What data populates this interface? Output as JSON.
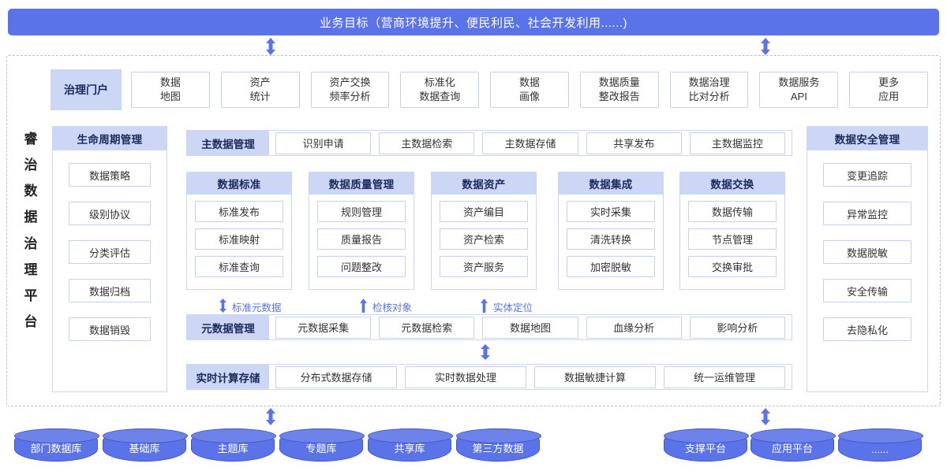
{
  "banner": {
    "text": "业务目标（营商环境提升、便民利民、社会开发利用......)"
  },
  "platform": {
    "vertical_title": [
      "睿",
      "治",
      "数",
      "据",
      "治",
      "理",
      "平",
      "台"
    ]
  },
  "portal": {
    "label": "治理门户",
    "apps": [
      {
        "line1": "数据",
        "line2": "地图"
      },
      {
        "line1": "资产",
        "line2": "统计"
      },
      {
        "line1": "资产交换",
        "line2": "频率分析"
      },
      {
        "line1": "标准化",
        "line2": "数据查询"
      },
      {
        "line1": "数据",
        "line2": "画像"
      },
      {
        "line1": "数据质量",
        "line2": "整改报告"
      },
      {
        "line1": "数据治理",
        "line2": "比对分析"
      },
      {
        "line1": "数据服务",
        "line2": "API"
      },
      {
        "line1": "更多",
        "line2": "应用"
      }
    ]
  },
  "lifecycle": {
    "title": "生命周期管理",
    "items": [
      "数据策略",
      "级别协议",
      "分类评估",
      "数据归档",
      "数据销毁"
    ]
  },
  "security": {
    "title": "数据安全管理",
    "items": [
      "变更追踪",
      "异常监控",
      "数据脱敏",
      "安全传输",
      "去隐私化"
    ]
  },
  "master_data": {
    "label": "主数据管理",
    "items": [
      "识别申请",
      "主数据检索",
      "主数据存储",
      "共享发布",
      "主数据监控"
    ]
  },
  "columns": [
    {
      "title": "数据标准",
      "items": [
        "标准发布",
        "标准映射",
        "标准查询"
      ]
    },
    {
      "title": "数据质量管理",
      "items": [
        "规则管理",
        "质量报告",
        "问题整改"
      ]
    },
    {
      "title": "数据资产",
      "items": [
        "资产编目",
        "资产检索",
        "资产服务"
      ]
    },
    {
      "title": "数据集成",
      "items": [
        "实时采集",
        "清洗转换",
        "加密脱敏"
      ]
    },
    {
      "title": "数据交换",
      "items": [
        "数据传输",
        "节点管理",
        "交换审批"
      ]
    }
  ],
  "flow_labels": [
    {
      "text": "标准元数据",
      "arrow": "double-arrow-icon"
    },
    {
      "text": "检核对象",
      "arrow": "up-arrow-icon"
    },
    {
      "text": "实体定位",
      "arrow": "up-arrow-icon"
    }
  ],
  "metadata": {
    "label": "元数据管理",
    "items": [
      "元数据采集",
      "元数据检索",
      "数据地图",
      "血缘分析",
      "影响分析"
    ]
  },
  "realtime": {
    "label": "实时计算存储",
    "items": [
      "分布式数据存储",
      "实时数据处理",
      "数据敏捷计算",
      "统一运维管理"
    ]
  },
  "sources_left": [
    "部门数据库",
    "基础库",
    "主题库",
    "专题库",
    "共享库",
    "第三方数据"
  ],
  "sources_right": [
    "支撑平台",
    "应用平台",
    "......"
  ],
  "colors": {
    "accent": "#5b73e8",
    "header_fill": "#ccd6f5",
    "chip_border": "#c6d2ec",
    "dashed_border": "#b9c0cf"
  }
}
